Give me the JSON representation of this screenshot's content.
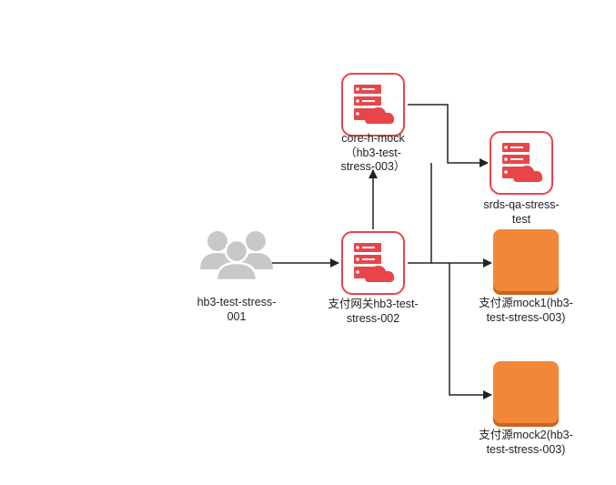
{
  "nodes": {
    "users": {
      "icon": "users-group-icon",
      "label_lines": [
        "hb3-test-stress-",
        "001"
      ]
    },
    "gateway": {
      "icon": "server-cloud-icon",
      "label_lines": [
        "支付网关hb3-test-",
        "stress-002"
      ]
    },
    "core_mock": {
      "icon": "server-cloud-icon",
      "label_lines": [
        "core-h-mock",
        "（hb3-test-",
        "stress-003）"
      ]
    },
    "srds": {
      "icon": "server-cloud-icon",
      "label_lines": [
        "srds-qa-stress-",
        "test"
      ]
    },
    "mock1": {
      "icon": "orange-square-icon",
      "label_lines": [
        "支付源mock1(hb3-",
        "test-stress-003)"
      ]
    },
    "mock2": {
      "icon": "orange-square-icon",
      "label_lines": [
        "支付源mock2(hb3-",
        "test-stress-003)"
      ]
    }
  },
  "colors": {
    "server_red": "#e8454a",
    "orange": "#f2873a",
    "users_gray": "#c8c8c8",
    "connector": "#222222"
  }
}
